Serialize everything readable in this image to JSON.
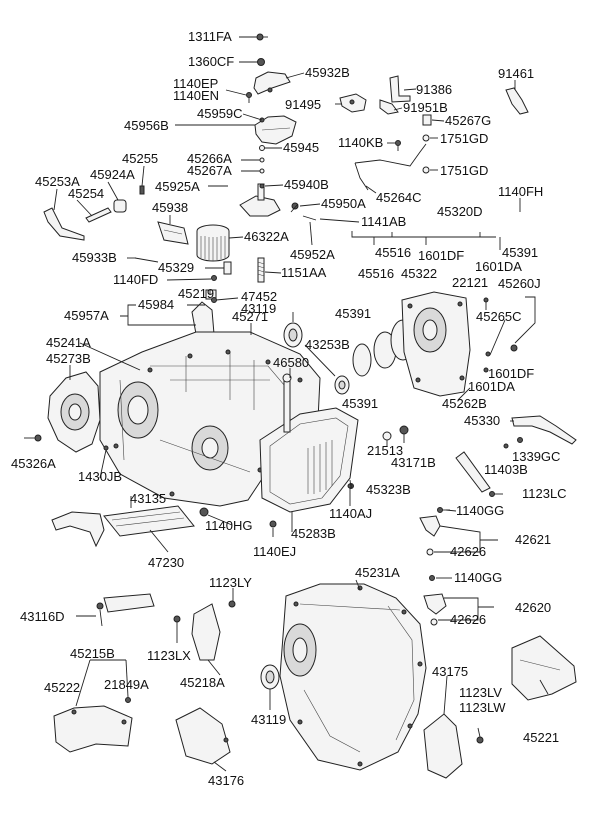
{
  "labels": [
    {
      "id": "l1311FA",
      "text": "1311FA"
    },
    {
      "id": "l1360CF",
      "text": "1360CF"
    },
    {
      "id": "l45932B",
      "text": "45932B"
    },
    {
      "id": "l1140EP",
      "text": "1140EP"
    },
    {
      "id": "l1140EN",
      "text": "1140EN"
    },
    {
      "id": "l91386",
      "text": "91386"
    },
    {
      "id": "l91461",
      "text": "91461"
    },
    {
      "id": "l91495",
      "text": "91495"
    },
    {
      "id": "l91951B",
      "text": "91951B"
    },
    {
      "id": "l45956B",
      "text": "45956B"
    },
    {
      "id": "l45959C",
      "text": "45959C"
    },
    {
      "id": "l45267G",
      "text": "45267G"
    },
    {
      "id": "l1140KB",
      "text": "1140KB"
    },
    {
      "id": "l1751GDa",
      "text": "1751GD"
    },
    {
      "id": "l45945",
      "text": "45945"
    },
    {
      "id": "l45266A",
      "text": "45266A"
    },
    {
      "id": "l45267A",
      "text": "45267A"
    },
    {
      "id": "l1751GDb",
      "text": "1751GD"
    },
    {
      "id": "l45255",
      "text": "45255"
    },
    {
      "id": "l45924A",
      "text": "45924A"
    },
    {
      "id": "l45253A",
      "text": "45253A"
    },
    {
      "id": "l45254",
      "text": "45254"
    },
    {
      "id": "l45925A",
      "text": "45925A"
    },
    {
      "id": "l45940B",
      "text": "45940B"
    },
    {
      "id": "l45264C",
      "text": "45264C"
    },
    {
      "id": "l1140FH",
      "text": "1140FH"
    },
    {
      "id": "l45938",
      "text": "45938"
    },
    {
      "id": "l45950A",
      "text": "45950A"
    },
    {
      "id": "l45320D",
      "text": "45320D"
    },
    {
      "id": "l1141AB",
      "text": "1141AB"
    },
    {
      "id": "l46322A",
      "text": "46322A"
    },
    {
      "id": "l45516a",
      "text": "45516"
    },
    {
      "id": "l1601DFa",
      "text": "1601DF"
    },
    {
      "id": "l45391a",
      "text": "45391"
    },
    {
      "id": "l45952A",
      "text": "45952A"
    },
    {
      "id": "l1601DA",
      "text": "1601DA"
    },
    {
      "id": "l45933B",
      "text": "45933B"
    },
    {
      "id": "l45329",
      "text": "45329"
    },
    {
      "id": "l45516b",
      "text": "45516"
    },
    {
      "id": "l45322",
      "text": "45322"
    },
    {
      "id": "l1151AA",
      "text": "1151AA"
    },
    {
      "id": "l1140FD",
      "text": "1140FD"
    },
    {
      "id": "l22121",
      "text": "22121"
    },
    {
      "id": "l45260J",
      "text": "45260J"
    },
    {
      "id": "l45219",
      "text": "45219"
    },
    {
      "id": "l47452",
      "text": "47452"
    },
    {
      "id": "l45957A",
      "text": "45957A"
    },
    {
      "id": "l45984",
      "text": "45984"
    },
    {
      "id": "l43119a",
      "text": "43119"
    },
    {
      "id": "l45391b",
      "text": "45391"
    },
    {
      "id": "l45265C",
      "text": "45265C"
    },
    {
      "id": "l45271",
      "text": "45271"
    },
    {
      "id": "l45241A",
      "text": "45241A"
    },
    {
      "id": "l43253B",
      "text": "43253B"
    },
    {
      "id": "l45273B",
      "text": "45273B"
    },
    {
      "id": "l46580",
      "text": "46580"
    },
    {
      "id": "l1601DFb",
      "text": "1601DF"
    },
    {
      "id": "l1601DAb",
      "text": "1601DA"
    },
    {
      "id": "l45391c",
      "text": "45391"
    },
    {
      "id": "l45262B",
      "text": "45262B"
    },
    {
      "id": "l45330",
      "text": "45330"
    },
    {
      "id": "l45326A",
      "text": "45326A"
    },
    {
      "id": "l1339GC",
      "text": "1339GC"
    },
    {
      "id": "l43171B",
      "text": "43171B"
    },
    {
      "id": "l21513",
      "text": "21513"
    },
    {
      "id": "l11403B",
      "text": "11403B"
    },
    {
      "id": "l1430JB",
      "text": "1430JB"
    },
    {
      "id": "l45323B",
      "text": "45323B"
    },
    {
      "id": "l1123LC",
      "text": "1123LC"
    },
    {
      "id": "l43135",
      "text": "43135"
    },
    {
      "id": "l1140AJ",
      "text": "1140AJ"
    },
    {
      "id": "l1140GGa",
      "text": "1140GG"
    },
    {
      "id": "l1140HG",
      "text": "1140HG"
    },
    {
      "id": "l45283B",
      "text": "45283B"
    },
    {
      "id": "l42621",
      "text": "42621"
    },
    {
      "id": "l42626a",
      "text": "42626"
    },
    {
      "id": "l47230",
      "text": "47230"
    },
    {
      "id": "l1140EJ",
      "text": "1140EJ"
    },
    {
      "id": "l45231A",
      "text": "45231A"
    },
    {
      "id": "l1123LY",
      "text": "1123LY"
    },
    {
      "id": "l1140GGb",
      "text": "1140GG"
    },
    {
      "id": "l42620",
      "text": "42620"
    },
    {
      "id": "l43116D",
      "text": "43116D"
    },
    {
      "id": "l42626b",
      "text": "42626"
    },
    {
      "id": "l1123LX",
      "text": "1123LX"
    },
    {
      "id": "l45215B",
      "text": "45215B"
    },
    {
      "id": "l43175",
      "text": "43175"
    },
    {
      "id": "l45222",
      "text": "45222"
    },
    {
      "id": "l21849A",
      "text": "21849A"
    },
    {
      "id": "l45218A",
      "text": "45218A"
    },
    {
      "id": "l1123LV",
      "text": "1123LV"
    },
    {
      "id": "l1123LW",
      "text": "1123LW"
    },
    {
      "id": "l43119b",
      "text": "43119"
    },
    {
      "id": "l45221",
      "text": "45221"
    },
    {
      "id": "l43176",
      "text": "43176"
    }
  ]
}
